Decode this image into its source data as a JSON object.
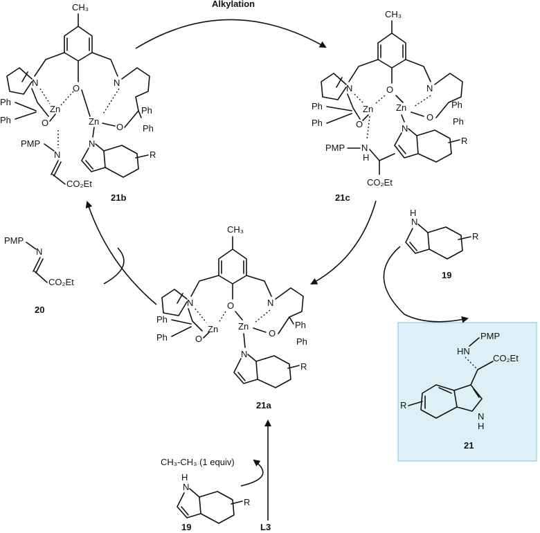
{
  "step_label": "Alkylation",
  "compounds": {
    "c21a": "21a",
    "c21b": "21b",
    "c21c": "21c",
    "c19_top": "19",
    "c19_bottom": "19",
    "c20": "20",
    "c21": "21",
    "l3": "L3"
  },
  "byproduct": "CH₃-CH₃ (1 equiv)",
  "atoms": {
    "ch3": "CH₃",
    "n": "N",
    "o": "O",
    "zn": "Zn",
    "ph": "Ph",
    "r": "R",
    "pmp": "PMP",
    "h": "H",
    "nh": "NH",
    "hn": "HN",
    "co2et": "CO₂Et"
  },
  "colors": {
    "product_box_fill": "#ddf0f8",
    "product_box_border": "#7cc4e3"
  }
}
